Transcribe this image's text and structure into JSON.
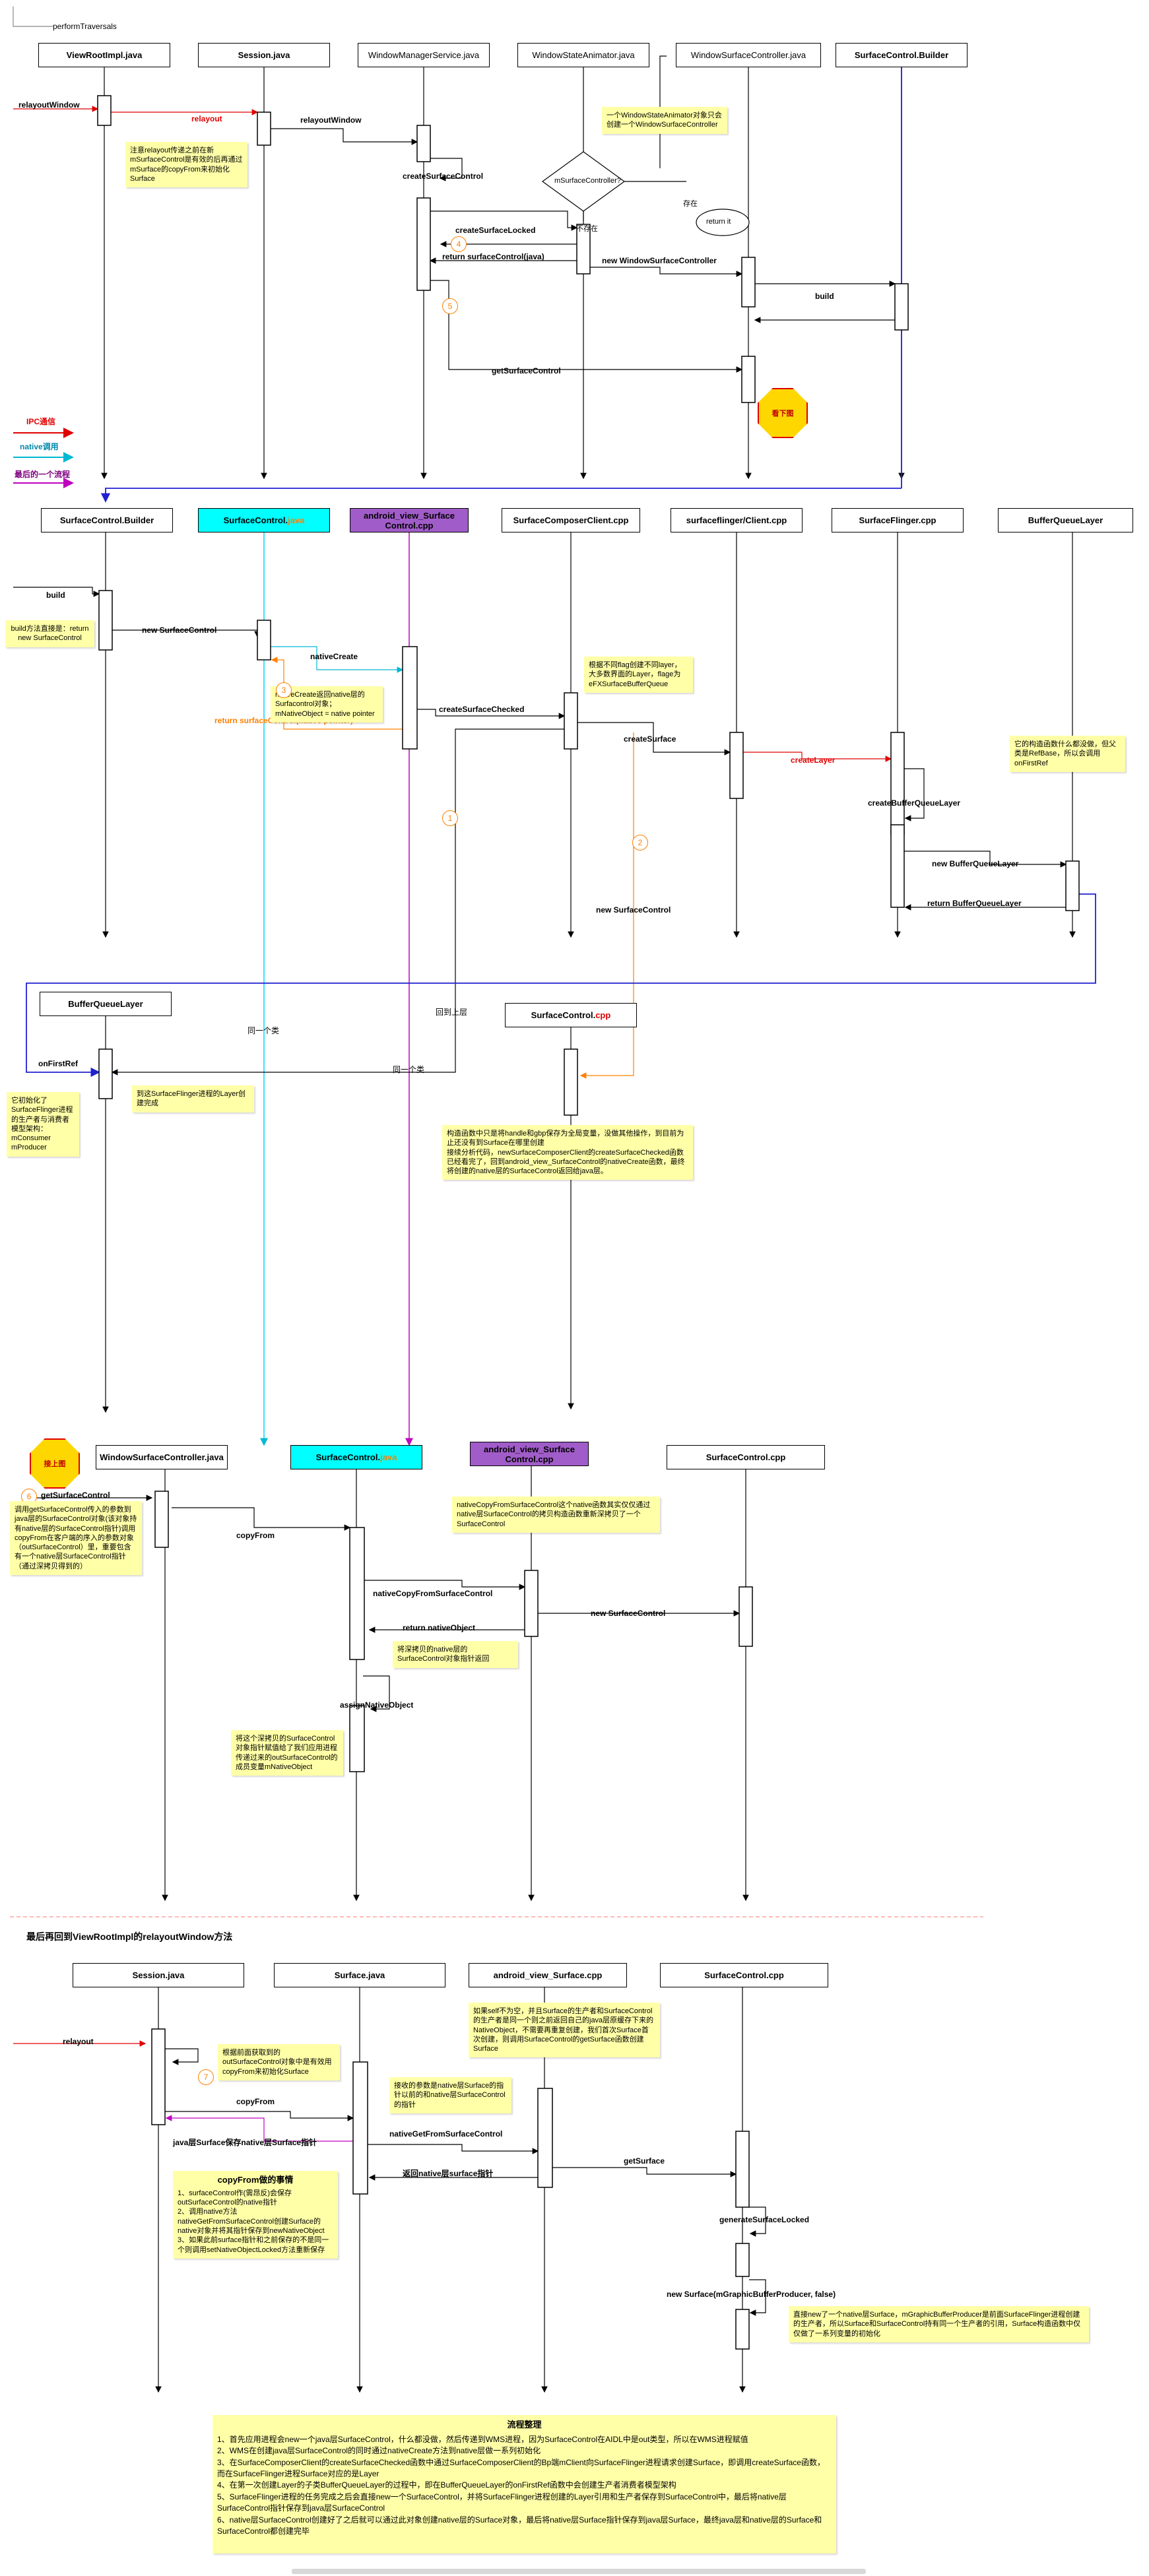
{
  "labels": {
    "perform_traversals": "performTraversals",
    "relayout_window_start": "relayoutWindow",
    "legend_ipc": "IPC通信",
    "legend_native": "native调用",
    "legend_last": "最后的一个流程",
    "footer": "最后再回到ViewRootImpl的relayoutWindow方法"
  },
  "section1": {
    "headers": [
      "ViewRootImpl.java",
      "Session.java",
      "WindowManagerService.java",
      "WindowStateAnimator.java",
      "WindowSurfaceController.java",
      "SurfaceControl.Builder"
    ],
    "msg_relayout": "relayout",
    "msg_relayout_window": "relayoutWindow",
    "msg_create_surface_control": "createSurfaceControl",
    "msg_create_surface_locked": "createSurfaceLocked",
    "msg_return_surface_control": "return surfaceControl(java)",
    "msg_new_wsc": "new WindowSurfaceController",
    "msg_build": "build",
    "msg_get_surface_control": "getSurfaceControl",
    "decision": "mSurfaceController?",
    "decision_exists": "存在",
    "decision_not_exists": "不存在",
    "return_it": "return it",
    "note_relayout": "注意relayout传递之前在新mSurfaceControl是有效的后再通过mSurface的copyFrom来初始化Surface",
    "note_animator": "一个WindowStateAnimator对象只会创建一个WindowSurfaceController",
    "stop_sign": "看下图",
    "n4": "4",
    "n5": "5"
  },
  "section2": {
    "headers": [
      "SurfaceControl.Builder",
      "SurfaceControl.java",
      "android_view_Surface Control.cpp",
      "SurfaceComposerClient.cpp",
      "surfaceflinger/Client.cpp",
      "SurfaceFlinger.cpp",
      "BufferQueueLayer"
    ],
    "header_java_prefix": "SurfaceControl.",
    "header_java_suffix": "java",
    "msg_build": "build",
    "msg_new_sc": "new SurfaceControl",
    "msg_native_create": "nativeCreate",
    "msg_return_native": "return surfaceControl(native pointer)",
    "msg_create_checked": "createSurfaceChecked",
    "msg_create_surface": "createSurface",
    "msg_create_layer": "createLayer",
    "msg_create_bql": "createBufferQueueLayer",
    "msg_new_bql": "new BufferQueueLayer",
    "msg_return_bql": "return BufferQueueLayer",
    "msg_new_sc_cpp": "new SurfaceControl",
    "note_builder": "build方法直接是：return new SurfaceControl",
    "note_native_create": "nativeCreate返回native层的Surfacontrol对象；mNativeObject = native pointer",
    "note_flag": "根据不同flag创建不同layer，大多数界面的Layer，flage为eFXSurfaceBufferQueue",
    "note_bql_ctor": "它的构造函数什么都没做，但父类是RefBase，所以会调用onFirstRef",
    "n3": "3",
    "n1": "1",
    "n2": "2"
  },
  "section3": {
    "header_bql": "BufferQueueLayer",
    "header_sc_cpp_prefix": "SurfaceControl.",
    "header_sc_cpp_suffix": "cpp",
    "msg_on_first_ref": "onFirstRef",
    "msg_return_top": "回到上层",
    "same_obj_1": "同一个类",
    "same_obj_2": "同一个类",
    "note_init": "它初始化了SurfaceFlinger进程的生产者与消费者模型架构：mConsumer mProducer",
    "note_added": "到这SurfaceFlinger进程的Layer创建完成",
    "note_ctor": "构造函数中只是将handle和gbp保存为全局变量，没做其他操作，到目前为止还没有到Surface在哪里创建\n接续分析代码，newSurfaceComposerClient的createSurfaceChecked函数已经看完了，回到android_view_SurfaceControl的nativeCreate函数，最终将创建的native层的SurfaceControl返回给java层。"
  },
  "section4": {
    "headers": [
      "WindowSurfaceController.java",
      "SurfaceControl.java",
      "android_view_Surface Control.cpp",
      "SurfaceControl.cpp"
    ],
    "header_java_prefix": "SurfaceControl.",
    "header_java_suffix": "java",
    "stop_sign": "接上图",
    "n6": "6",
    "msg_get_surface_control": "getSurfaceControl",
    "msg_copy_from": "copyFrom",
    "msg_native_copy": "nativeCopyFromSurfaceControl",
    "msg_new_sc": "new SurfaceControl",
    "msg_return_native": "return nativeObject",
    "msg_assign": "assignNativeObject",
    "note_get_sc": "调用getSurfaceControl传入的参数到java层的SurfaceControl对象(该对象持有native层的SurfaceControl指针)调用copyFrom在客户端的序入的参数对象（outSurfaceControl）里，重要包含有一个native层SurfaceControl指针（通过深拷贝得到的）",
    "note_native_copy": "nativeCopyFromSurfaceControl这个native函数其实仅仅通过native层SurfaceControl的拷贝构造函数重新深拷贝了一个SurfaceControl",
    "note_return": "将深拷贝的native层的SurfaceControl对象指针返回",
    "note_assign": "将这个深拷贝的SurfaceControl对象指针赋值给了我们应用进程传递过来的outSurfaceControl的成员变量mNativeObject"
  },
  "section5": {
    "headers": [
      "Session.java",
      "Surface.java",
      "android_view_Surface.cpp",
      "SurfaceControl.cpp"
    ],
    "n7": "7",
    "msg_relayout": "relayout",
    "msg_copy_from": "copyFrom",
    "msg_java_surface": "java层Surface保存native层Surface指针",
    "msg_native_get": "nativeGetFromSurfaceControl",
    "msg_get_surface": "getSurface",
    "msg_return_native": "返回native层surface指针",
    "msg_generate": "generateSurfaceLocked",
    "msg_new_surface": "new Surface(mGraphicBufferProducer, false)",
    "note_copyfrom_title": "copyFrom做的事情",
    "note_copyfrom": "1、surfaceControl作(需昂反)会保存outSurfaceControl的native指针\n2、调用native方法nativeGetFromSurfaceControl创建Surface的native对象并将其指针保存到newNativeObject\n3、如果此前surface指针和之前保存的不是同一个则调用setNativeObjectLocked方法重新保存",
    "note_params": "根据前面获取到的outSurfaceControl对象中是有效用copyFrom来初始化Surface",
    "note_self": "如果self不为空，并且Surface的生产者和SurfaceControl的生产者是同一个则之前返回自己的java层原缓存下来的NativeObject，不需要再重复创建，我们首次Surface首次创建，则调用SurfaceControl的getSurface函数创建Surface",
    "note_receive": "接收的参数是native层Surface的指针以前的和native层SurfaceControl的指针",
    "note_new_surface": "直接new了一个native层Surface，mGraphicBufferProducer是前面SurfaceFlinger进程创建的生产者，所以Surface和SurfaceControl持有同一个生产者的引用，Surface构造函数中仅仅做了一系列变量的初始化"
  },
  "summary": {
    "title": "流程整理",
    "items": [
      "1、首先应用进程会new一个java层SurfaceControl，什么都没做，然后传递到WMS进程，因为SurfaceControl在AIDL中是out类型，所以在WMS进程赋值",
      "2、WMS在创建java层SurfaceControl的同时通过nativeCreate方法到native层做一系列初始化",
      "3、在SurfaceComposerClient的createSurfaceChecked函数中通过SurfaceComposerClient的Bp端mClient向SurfaceFlinger进程请求创建Surface，即调用createSurface函数，而在SurfaceFlinger进程Surface对应的是Layer",
      "4、在第一次创建Layer的子类BufferQueueLayer的过程中，即在BufferQueueLayer的onFirstRef函数中会创建生产者消费者模型架构",
      "5、SurfaceFlinger进程的任务完成之后会直接new一个SurfaceControl，并将SurfaceFlinger进程创建的Layer引用和生产者保存到SurfaceControl中，最后将native层SurfaceControl指针保存到java层SurfaceControl",
      "6、native层SurfaceControl创建好了之后就可以通过此对象创建native层的Surface对象，最后将native层Surface指针保存到java层Surface，最终java层和native层的Surface和SurfaceControl都创建完毕"
    ]
  },
  "colors": {
    "ipc": "#e00000",
    "native": "#00b8d4",
    "last_flow": "#c000c0",
    "builder_link": "#2020d0",
    "note": "#ffffa8"
  }
}
